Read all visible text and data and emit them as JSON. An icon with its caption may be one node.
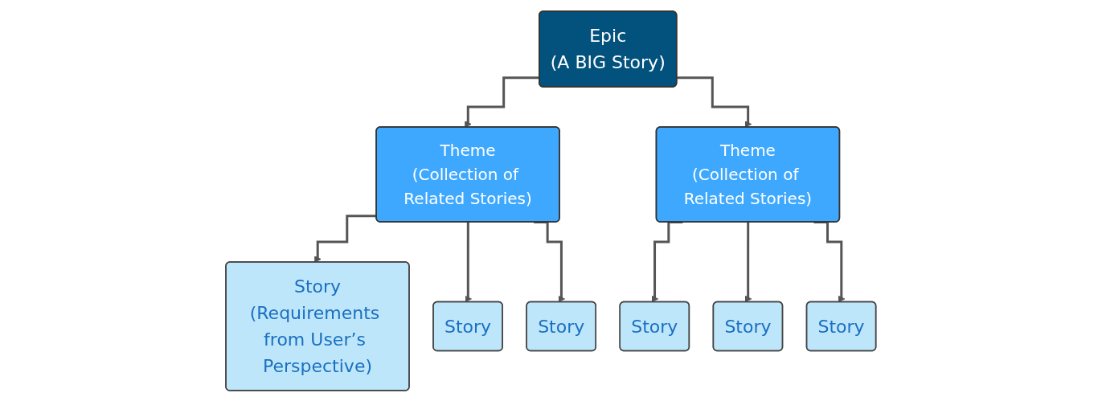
{
  "diagram": {
    "nodes": [
      {
        "text": [
          "Epic",
          "(A BIG Story)"
        ]
      },
      {
        "text": [
          "Theme",
          "(Collection of Related Stories)"
        ]
      },
      {
        "text": [
          "Theme",
          "(Collection of Related Stories)"
        ]
      },
      {
        "text": [
          "Story",
          "(Requirements from User’s Perspective)"
        ]
      },
      {
        "text": [
          "Story"
        ]
      },
      {
        "text": [
          "Story"
        ]
      },
      {
        "text": [
          "Story"
        ]
      },
      {
        "text": [
          "Story"
        ]
      },
      {
        "text": [
          "Story"
        ]
      }
    ],
    "edges": [
      {
        "from": 0,
        "to": 1,
        "arrow": "to"
      },
      {
        "from": 0,
        "to": 2,
        "arrow": "to"
      },
      {
        "from": 1,
        "to": 3,
        "arrow": "to"
      },
      {
        "from": 1,
        "to": 4,
        "arrow": "to"
      },
      {
        "from": 1,
        "to": 5,
        "arrow": "to"
      },
      {
        "from": 2,
        "to": 6,
        "arrow": "to"
      },
      {
        "from": 2,
        "to": 7,
        "arrow": "to"
      },
      {
        "from": 2,
        "to": 8,
        "arrow": "to"
      }
    ]
  }
}
